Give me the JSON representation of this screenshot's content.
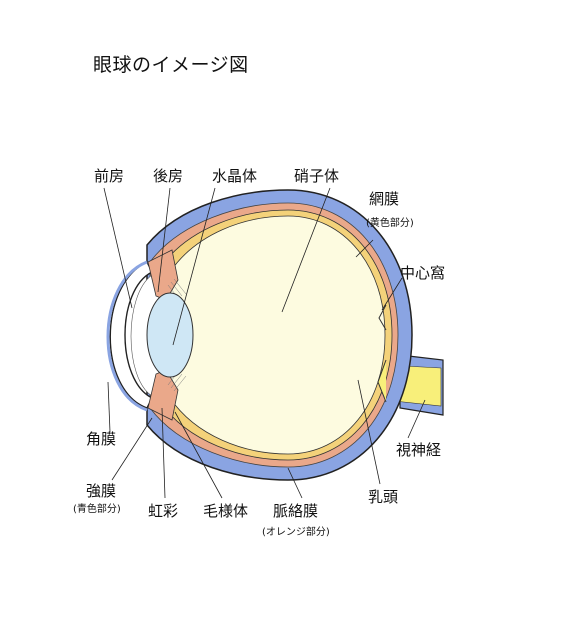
{
  "title": "眼球のイメージ図",
  "labels": {
    "zenbo": "前房",
    "kobo": "後房",
    "suishoutai": "水晶体",
    "shoushitai": "硝子体",
    "moumaku": "網膜",
    "moumaku_note": "(黄色部分)",
    "chushinka": "中心窩",
    "kakumaku": "角膜",
    "kyoumaku": "強膜",
    "kyoumaku_note": "(青色部分)",
    "kousai": "虹彩",
    "moyoutai": "毛様体",
    "myakurakumaku": "脈絡膜",
    "myakurakumaku_note": "(オレンジ部分)",
    "nyuutou": "乳頭",
    "shishinkei": "視神経"
  },
  "colors": {
    "sclera": "#8aa4e2",
    "choroid": "#eaa88a",
    "retina": "#f4d27a",
    "vitreous": "#fdfbe0",
    "lens": "#cfe7f5",
    "optic_nerve": "#f8ef7a",
    "cornea": "#ffffff"
  }
}
